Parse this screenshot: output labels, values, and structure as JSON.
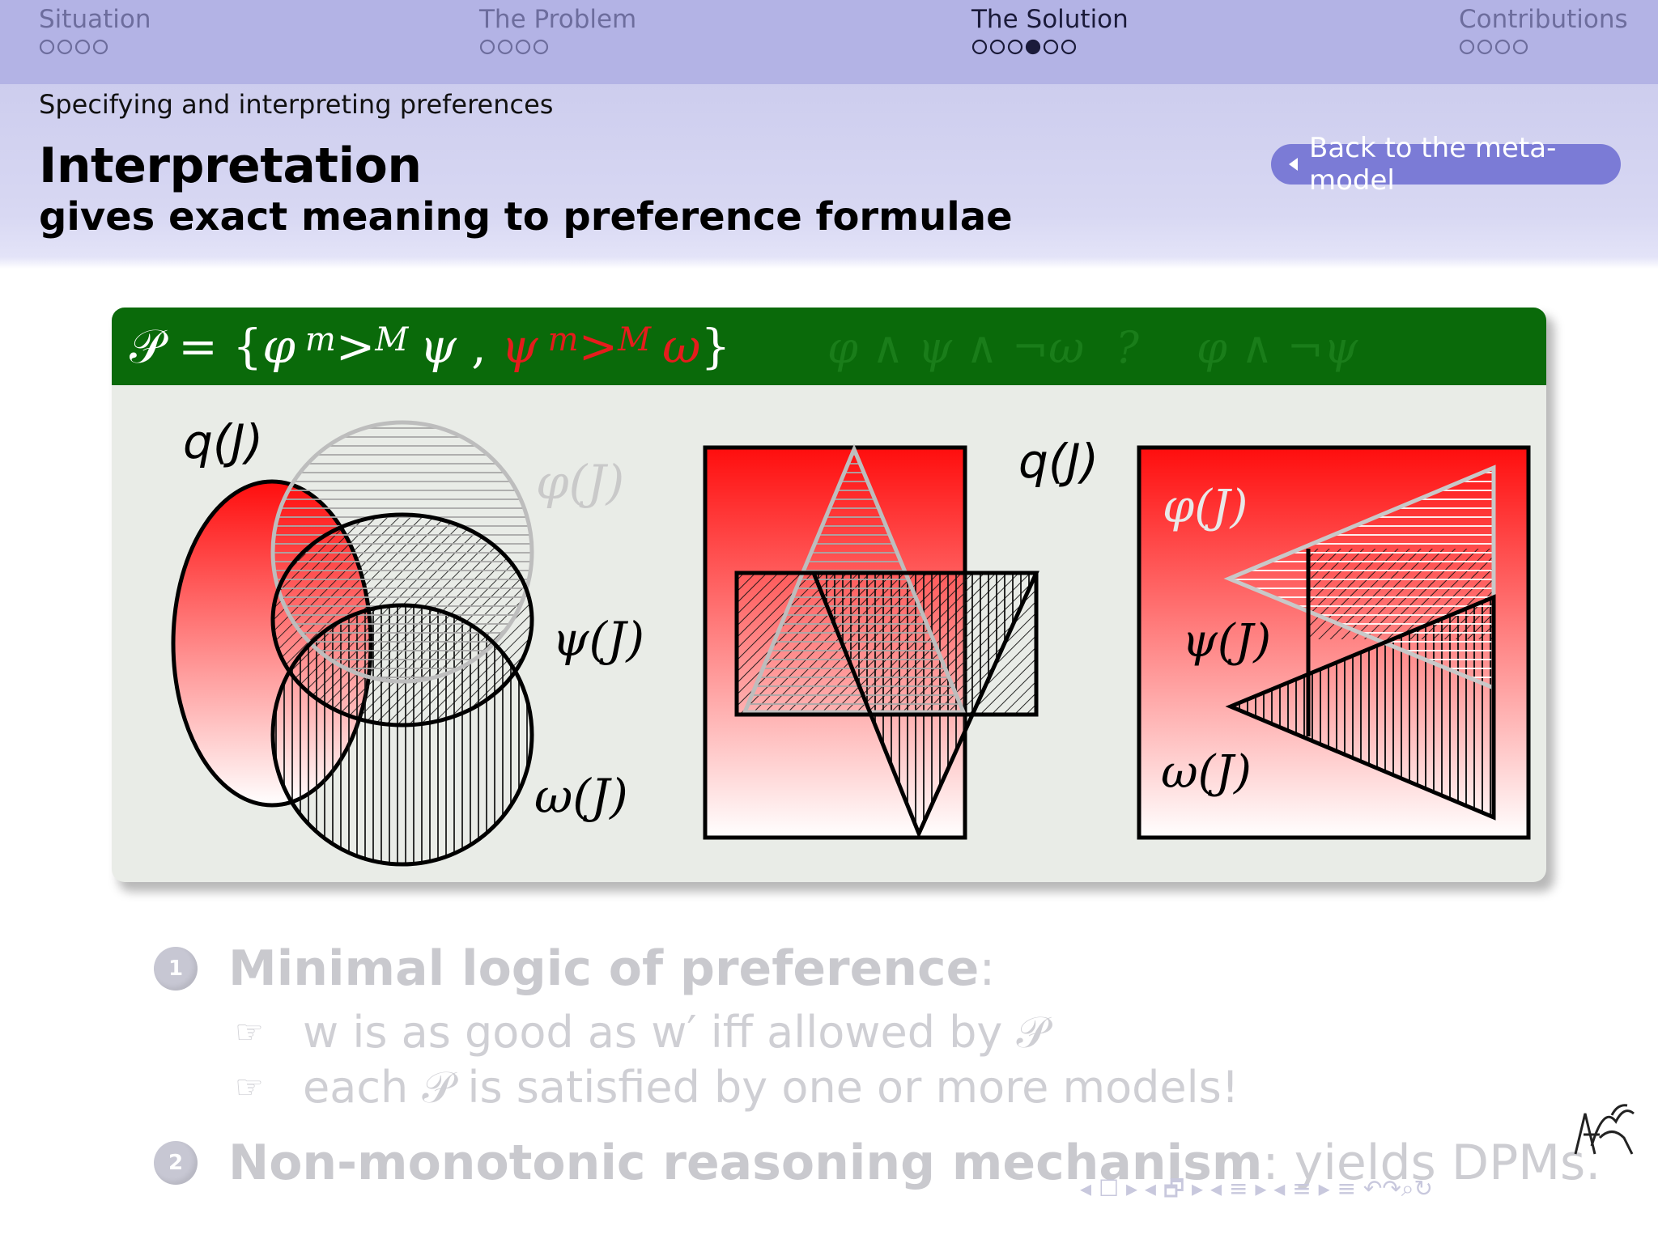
{
  "navbar": {
    "sections": [
      {
        "title": "Situation",
        "dots": 4,
        "current": -1
      },
      {
        "title": "The Problem",
        "dots": 4,
        "current": -1
      },
      {
        "title": "The Solution",
        "dots": 6,
        "current": 3
      },
      {
        "title": "Contributions",
        "dots": 4,
        "current": -1
      }
    ],
    "active_section": "The Solution"
  },
  "header": {
    "subsection": "Specifying and interpreting preferences",
    "title": "Interpretation",
    "subtitle": "gives exact meaning to preference formulae",
    "back_button": "Back to the meta-model"
  },
  "block": {
    "formula": {
      "set_symbol": "𝒫",
      "eq": " = {",
      "phi": "φ",
      "rel_sup_m": "m",
      "rel": ">",
      "rel_sup_M": "M",
      "psi": "ψ",
      "comma": " , ",
      "psi_red": "ψ",
      "omega_red": "ω",
      "close": "}"
    },
    "ghost_formula_1": "φ ∧ ψ ∧ ¬ω",
    "ghost_question": "?",
    "ghost_formula_2": "φ ∧ ¬ψ",
    "labels": {
      "q": "q(J)",
      "phi": "φ(J)",
      "psi": "ψ(J)",
      "omega": "ω(J)",
      "q_right": "q(J)",
      "phi_right": "φ(J)",
      "psi_right": "ψ(J)",
      "omega_right": "ω(J)"
    }
  },
  "list": {
    "item1": {
      "number": "1",
      "head": "Minimal logic of preference",
      "tail": ":",
      "sub1": "w is as good as w′ iff allowed by 𝒫",
      "sub2": "each 𝒫 is satisfied by one or more models!"
    },
    "item2": {
      "number": "2",
      "head": "Non-monotonic reasoning mechanism",
      "tail": ": yields DPMs."
    }
  },
  "beamer_nav": {
    "symbols": "◂ ☐ ▸ ◂ 🗗 ▸ ◂ ≡ ▸ ◂ ≡ ▸   ≡   ↶↷⌕↻"
  },
  "colors": {
    "navbar": "#b3b3e5",
    "block_head": "#0a6a0a",
    "block_body": "#e9ece7",
    "accent_red": "#e51c1c",
    "button": "#7b7bd6"
  }
}
